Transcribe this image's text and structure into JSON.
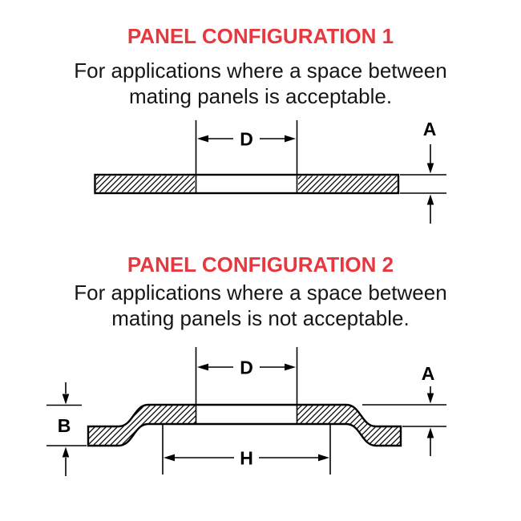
{
  "colors": {
    "accent_red": "#e8383f",
    "line_black": "#000000",
    "background": "#ffffff"
  },
  "section1": {
    "title": "PANEL CONFIGURATION 1",
    "subtitle_line1": "For applications where a space between",
    "subtitle_line2": "mating panels is acceptable.",
    "dim_d": "D",
    "dim_a": "A"
  },
  "section2": {
    "title": "PANEL CONFIGURATION 2",
    "subtitle_line1": "For applications where a space between",
    "subtitle_line2": "mating panels is not acceptable.",
    "dim_d": "D",
    "dim_a": "A",
    "dim_b": "B",
    "dim_h": "H"
  }
}
